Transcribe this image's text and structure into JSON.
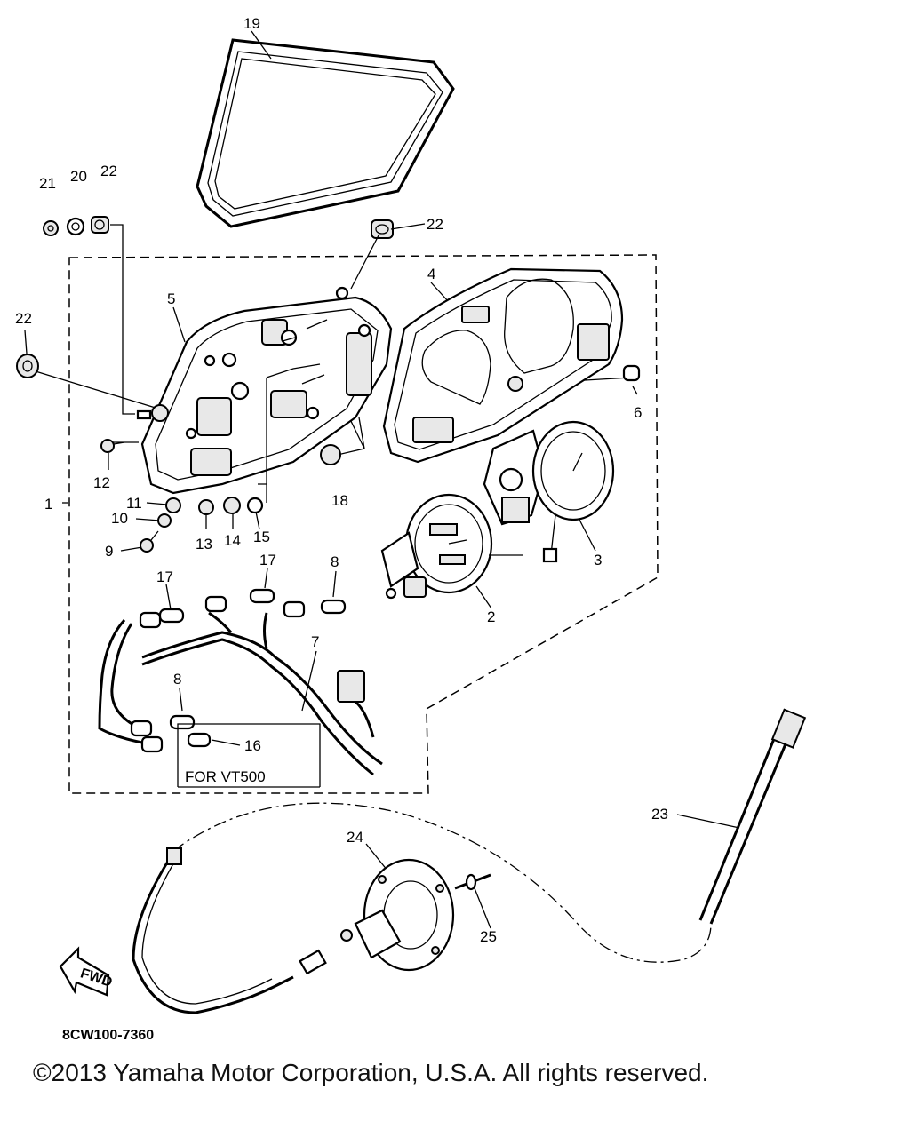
{
  "diagram": {
    "code": "8CW100-7360",
    "note_text": "FOR VT500",
    "fwd_text": "FWD",
    "copyright": "©2013 Yamaha Motor Corporation, U.S.A. All rights reserved.",
    "callouts": [
      {
        "id": "19",
        "text": "19"
      },
      {
        "id": "21",
        "text": "21"
      },
      {
        "id": "20",
        "text": "20"
      },
      {
        "id": "22a",
        "text": "22"
      },
      {
        "id": "22b",
        "text": "22"
      },
      {
        "id": "22c",
        "text": "22"
      },
      {
        "id": "4",
        "text": "4"
      },
      {
        "id": "5",
        "text": "5"
      },
      {
        "id": "6",
        "text": "6"
      },
      {
        "id": "12",
        "text": "12"
      },
      {
        "id": "1",
        "text": "1"
      },
      {
        "id": "11",
        "text": "11"
      },
      {
        "id": "10",
        "text": "10"
      },
      {
        "id": "9",
        "text": "9"
      },
      {
        "id": "13",
        "text": "13"
      },
      {
        "id": "14",
        "text": "14"
      },
      {
        "id": "15",
        "text": "15"
      },
      {
        "id": "18",
        "text": "18"
      },
      {
        "id": "3",
        "text": "3"
      },
      {
        "id": "2",
        "text": "2"
      },
      {
        "id": "17a",
        "text": "17"
      },
      {
        "id": "17b",
        "text": "17"
      },
      {
        "id": "8a",
        "text": "8"
      },
      {
        "id": "8b",
        "text": "8"
      },
      {
        "id": "7",
        "text": "7"
      },
      {
        "id": "16",
        "text": "16"
      },
      {
        "id": "23",
        "text": "23"
      },
      {
        "id": "24",
        "text": "24"
      },
      {
        "id": "25",
        "text": "25"
      }
    ]
  }
}
